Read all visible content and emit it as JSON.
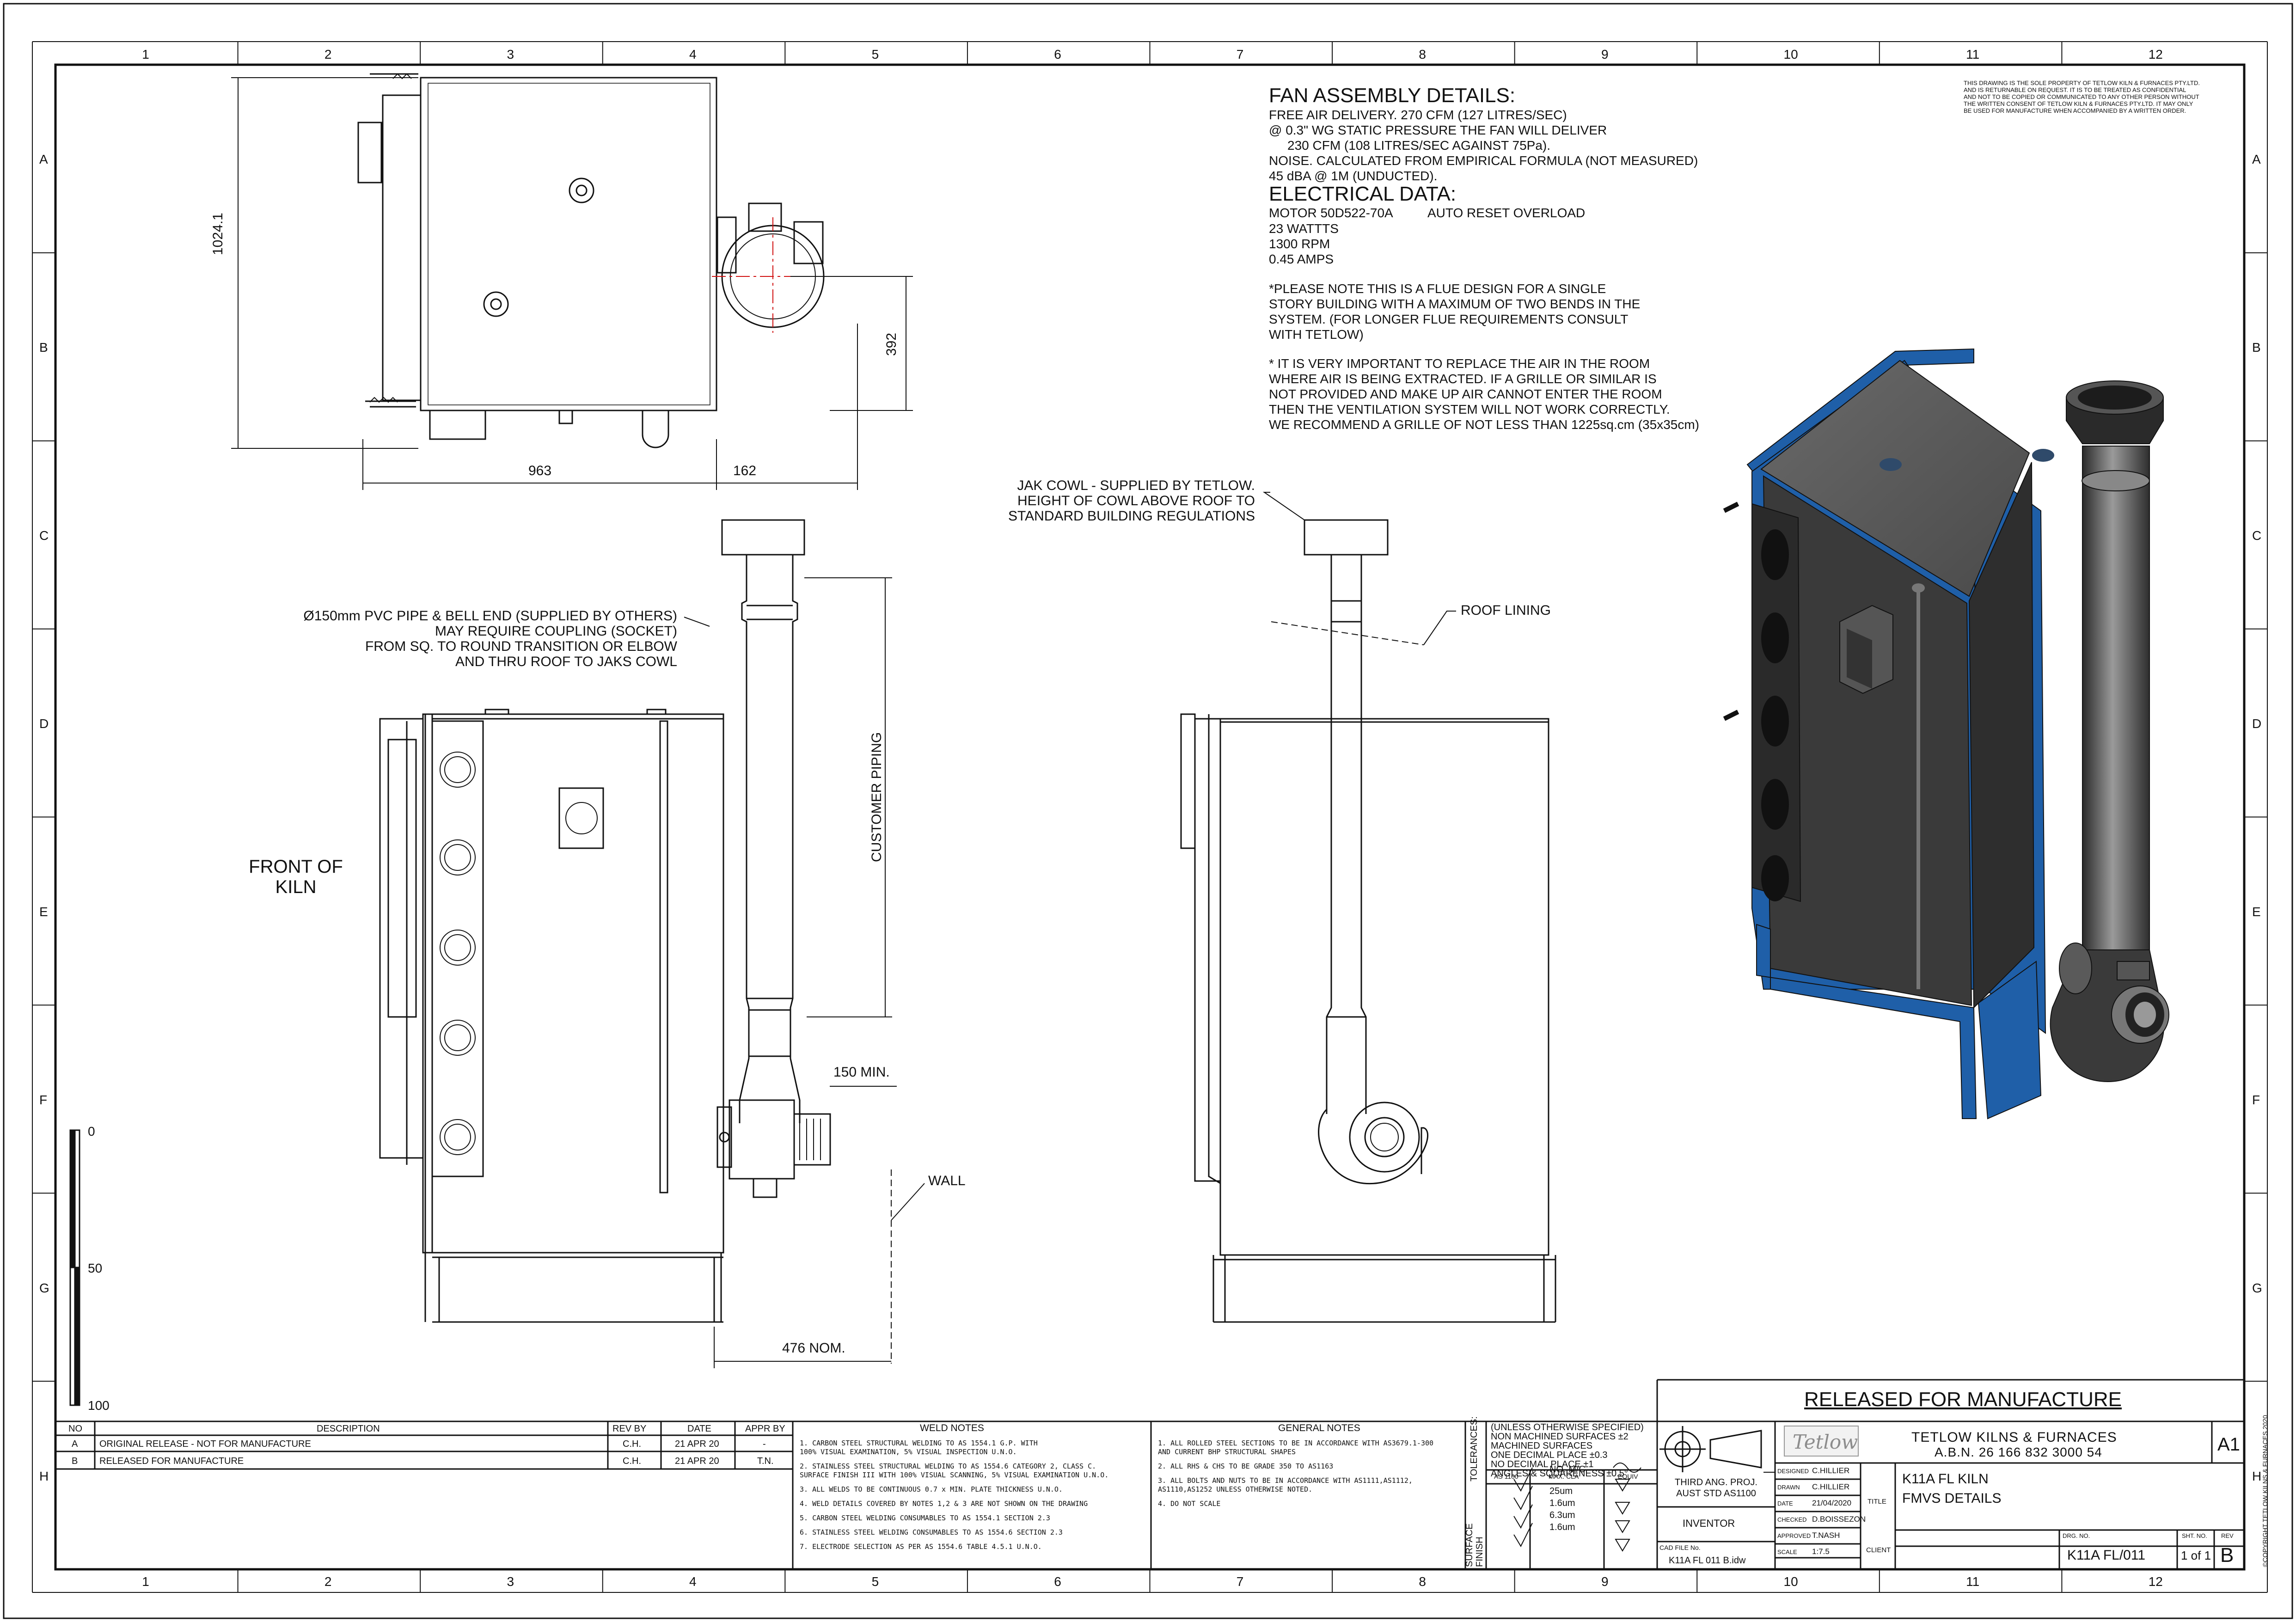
{
  "grid": {
    "columns": [
      "1",
      "2",
      "3",
      "4",
      "5",
      "6",
      "7",
      "8",
      "9",
      "10",
      "11",
      "12"
    ],
    "rows": [
      "A",
      "B",
      "C",
      "D",
      "E",
      "F",
      "G",
      "H"
    ]
  },
  "fan_details": {
    "title": "FAN ASSEMBLY DETAILS:",
    "lines": [
      "FREE AIR DELIVERY. 270 CFM (127 LITRES/SEC)",
      "@ 0.3\" WG STATIC PRESSURE THE FAN WILL DELIVER",
      "    230 CFM (108 LITRES/SEC AGAINST 75Pa).",
      "NOISE. CALCULATED FROM EMPIRICAL FORMULA (NOT MEASURED)",
      "45 dBA @ 1M (UNDUCTED)."
    ]
  },
  "electrical": {
    "title": "ELECTRICAL DATA:",
    "motor": "MOTOR 50D522-70A",
    "overload": "AUTO RESET OVERLOAD",
    "lines": [
      "23 WATTTS",
      "1300 RPM",
      "0.45 AMPS"
    ]
  },
  "note_flue": [
    "*PLEASE NOTE THIS IS A FLUE DESIGN FOR A SINGLE",
    "STORY BUILDING WITH A MAXIMUM OF TWO BENDS IN THE",
    "SYSTEM. (FOR LONGER FLUE REQUIREMENTS CONSULT",
    "WITH TETLOW)"
  ],
  "note_air": [
    "* IT IS VERY IMPORTANT TO REPLACE THE AIR IN THE ROOM",
    "WHERE AIR IS BEING EXTRACTED. IF A GRILLE OR SIMILAR IS",
    "NOT PROVIDED AND MAKE UP AIR CANNOT ENTER THE ROOM",
    "THEN THE VENTILATION SYSTEM WILL NOT WORK CORRECTLY.",
    "WE RECOMMEND A GRILLE OF NOT LESS THAN 1225sq.cm (35x35cm)"
  ],
  "property_notice": [
    "THIS DRAWING IS THE SOLE PROPERTY OF TETLOW KILN & FURNACES PTY.LTD.",
    "AND IS RETURNABLE ON REQUEST. IT IS TO BE TREATED AS CONFIDENTIAL",
    "AND NOT TO BE COPIED OR COMMUNICATED TO ANY OTHER PERSON WITHOUT",
    "THE WRITTEN CONSENT OF TETLOW KILN & FURNACES PTY.LTD. IT MAY ONLY",
    "BE USED FOR MANUFACTURE WHEN ACCOMPANIED BY A WRITTEN ORDER."
  ],
  "dimensions": {
    "height": "1024.1",
    "width": "963",
    "offset": "162",
    "fan_height": "392",
    "min_gap": "150 MIN.",
    "nom": "476 NOM.",
    "piping": "CUSTOMER PIPING"
  },
  "callouts": {
    "pvc": [
      "Ø150mm PVC PIPE & BELL END (SUPPLIED BY OTHERS)",
      "MAY REQUIRE COUPLING (SOCKET)",
      "FROM SQ. TO ROUND TRANSITION OR ELBOW",
      "AND THRU ROOF TO JAKS COWL"
    ],
    "cowl": [
      "JAK COWL - SUPPLIED BY TETLOW.",
      "HEIGHT OF COWL ABOVE ROOF TO",
      "STANDARD BUILDING REGULATIONS"
    ],
    "roof": "ROOF LINING",
    "wall": "WALL",
    "front": [
      "FRONT OF",
      "KILN"
    ]
  },
  "scale_bar": [
    "0",
    "50",
    "100"
  ],
  "revisions": {
    "headers": [
      "NO",
      "DESCRIPTION",
      "REV BY",
      "DATE",
      "APPR BY"
    ],
    "rows": [
      [
        "A",
        "ORIGINAL RELEASE - NOT FOR MANUFACTURE",
        "C.H.",
        "21 APR 20",
        "-"
      ],
      [
        "B",
        "RELEASED FOR MANUFACTURE",
        "C.H.",
        "21 APR 20",
        "T.N."
      ]
    ]
  },
  "weld_notes": {
    "title": "WELD NOTES",
    "lines": [
      "1. CARBON STEEL STRUCTURAL WELDING TO AS 1554.1 G.P. WITH",
      "   100% VISUAL EXAMINATION, 5% VISUAL INSPECTION U.N.O.",
      "2. STAINLESS STEEL STRUCTURAL WELDING TO AS 1554.6 CATEGORY 2, CLASS C.",
      "   SURFACE FINISH III WITH 100% VISUAL SCANNING, 5% VISUAL EXAMINATION U.N.O.",
      "3. ALL WELDS TO BE CONTINUOUS 0.7 x MIN. PLATE THICKNESS U.N.O.",
      "4. WELD DETAILS COVERED BY NOTES 1,2 & 3 ARE NOT SHOWN ON THE DRAWING",
      "5. CARBON STEEL WELDING CONSUMABLES TO AS 1554.1 SECTION 2.3",
      "6. STAINLESS STEEL WELDING CONSUMABLES TO AS 1554.6 SECTION 2.3",
      "7. ELECTRODE SELECTION AS PER AS 1554.6 TABLE 4.5.1 U.N.O."
    ]
  },
  "general_notes": {
    "title": "GENERAL NOTES",
    "lines": [
      "1. ALL ROLLED STEEL SECTIONS TO BE IN ACCORDANCE WITH AS3679.1-300",
      "   AND CURRENT BHP STRUCTURAL SHAPES",
      "2. ALL RHS & CHS TO BE GRADE 350 TO AS1163",
      "3. ALL BOLTS AND NUTS TO BE IN ACCORDANCE WITH AS1111,AS1112,",
      "   AS1110,AS1252 UNLESS OTHERWISE NOTED.",
      "4. DO NOT SCALE"
    ]
  },
  "tolerances": {
    "side": "TOLERANCES:",
    "lines": [
      "(UNLESS OTHERWISE SPECIFIED)",
      "NON MACHINED SURFACES  ±2",
      "MACHINED SURFACES",
      "ONE DECIMAL PLACE       ±0.3",
      "NO DECIMAL PLACE         ±1",
      "ANGLES & SQUARENESS   ±0.5°"
    ],
    "cols": [
      "AS 1100",
      "MAX. CLA",
      "EQUIV"
    ],
    "surface": "SURFACE FINISH",
    "finish_title": "NO. M/C",
    "finishes": [
      "25um",
      "1.6um",
      "6.3um",
      "1.6um"
    ]
  },
  "projection": {
    "label": [
      "THIRD ANG. PROJ.",
      "AUST STD AS1100"
    ],
    "inventor": "INVENTOR",
    "cad_label": "CAD FILE No.",
    "cad_file": "K11A FL 011 B.idw"
  },
  "title_block": {
    "released": "RELEASED FOR MANUFACTURE",
    "logo": "Tetlow",
    "company": "TETLOW KILNS & FURNACES",
    "abn": "A.B.N. 26 166 832 3000 54",
    "size": "A1",
    "designed_label": "DESIGNED",
    "designed": "C.HILLIER",
    "drawn_label": "DRAWN",
    "drawn": "C.HILLIER",
    "date_label": "DATE",
    "date": "21/04/2020",
    "checked_label": "CHECKED",
    "checked": "D.BOISSEZON",
    "approved_label": "APPROVED",
    "approved": "T.NASH",
    "scale_label": "SCALE",
    "scale": "1:7.5",
    "title_label": "TITLE",
    "title1": "K11A FL KILN",
    "title2": "FMVS DETAILS",
    "client_label": "CLIENT",
    "dwg_label": "DRG. NO.",
    "dwg_no": "K11A FL/011",
    "sht_label": "SHT. NO.",
    "sht": "1 of 1",
    "rev_label": "REV",
    "rev": "B",
    "copyright": "©COPYRIGHT TETLOW KILNS & FURNACES 2020"
  },
  "colors": {
    "frame_blue": "#1f5fa8",
    "panel_grey": "#3a3a3a",
    "line": "#111111",
    "center_line": "#d01010"
  }
}
